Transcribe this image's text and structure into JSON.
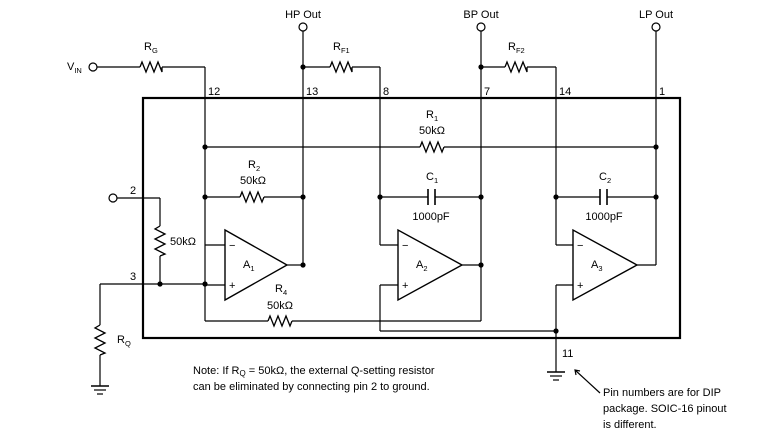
{
  "terminals": {
    "hp_out": "HP Out",
    "bp_out": "BP Out",
    "lp_out": "LP Out",
    "vin_main": "V",
    "vin_sub": "IN"
  },
  "resistors": {
    "rg_main": "R",
    "rg_sub": "G",
    "rf1_main": "R",
    "rf1_sub": "F1",
    "rf2_main": "R",
    "rf2_sub": "F2",
    "r1_main": "R",
    "r1_sub": "1",
    "r1_value": "50kΩ",
    "r2_main": "R",
    "r2_sub": "2",
    "r2_value": "50kΩ",
    "r3_value": "50kΩ",
    "r4_main": "R",
    "r4_sub": "4",
    "r4_value": "50kΩ",
    "rq_main": "R",
    "rq_sub": "Q"
  },
  "capacitors": {
    "c1_main": "C",
    "c1_sub": "1",
    "c1_value": "1000pF",
    "c2_main": "C",
    "c2_sub": "2",
    "c2_value": "1000pF"
  },
  "amplifiers": {
    "a1_main": "A",
    "a1_sub": "1",
    "a2_main": "A",
    "a2_sub": "2",
    "a3_main": "A",
    "a3_sub": "3",
    "minus": "−",
    "plus": "+"
  },
  "pins": {
    "p12": "12",
    "p13": "13",
    "p8": "8",
    "p7": "7",
    "p14": "14",
    "p1": "1",
    "p2": "2",
    "p3": "3",
    "p11": "11"
  },
  "notes": {
    "q_line1_pre": "Note: If R",
    "q_line1_sub": "Q",
    "q_line1_post": " = 50kΩ, the external Q-setting resistor",
    "q_line2": "can be eliminated by connecting pin 2 to ground.",
    "pin_line1": "Pin numbers are for DIP",
    "pin_line2": "package. SOIC-16 pinout",
    "pin_line3": "is different."
  }
}
